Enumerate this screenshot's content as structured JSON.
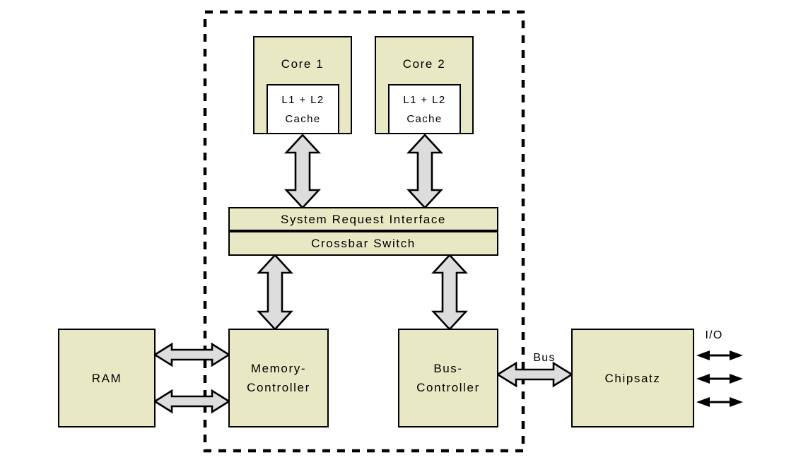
{
  "diagram": {
    "core1": {
      "title": "Core 1",
      "cache_line1": "L1 + L2",
      "cache_line2": "Cache"
    },
    "core2": {
      "title": "Core 2",
      "cache_line1": "L1 + L2",
      "cache_line2": "Cache"
    },
    "interconnect": {
      "system_request_interface": "System Request Interface",
      "crossbar_switch": "Crossbar Switch"
    },
    "memory_controller": {
      "line1": "Memory-",
      "line2": "Controller"
    },
    "bus_controller": {
      "line1": "Bus-",
      "line2": "Controller"
    },
    "ram": {
      "label": "RAM"
    },
    "chipset": {
      "label": "Chipsatz"
    },
    "bus": {
      "label": "Bus"
    },
    "io": {
      "label": "I/O"
    },
    "colors": {
      "box_fill": "#E8E8C4",
      "arrow_fill": "#DDDDDD",
      "line": "#000000",
      "background": "#FFFFFF"
    }
  }
}
